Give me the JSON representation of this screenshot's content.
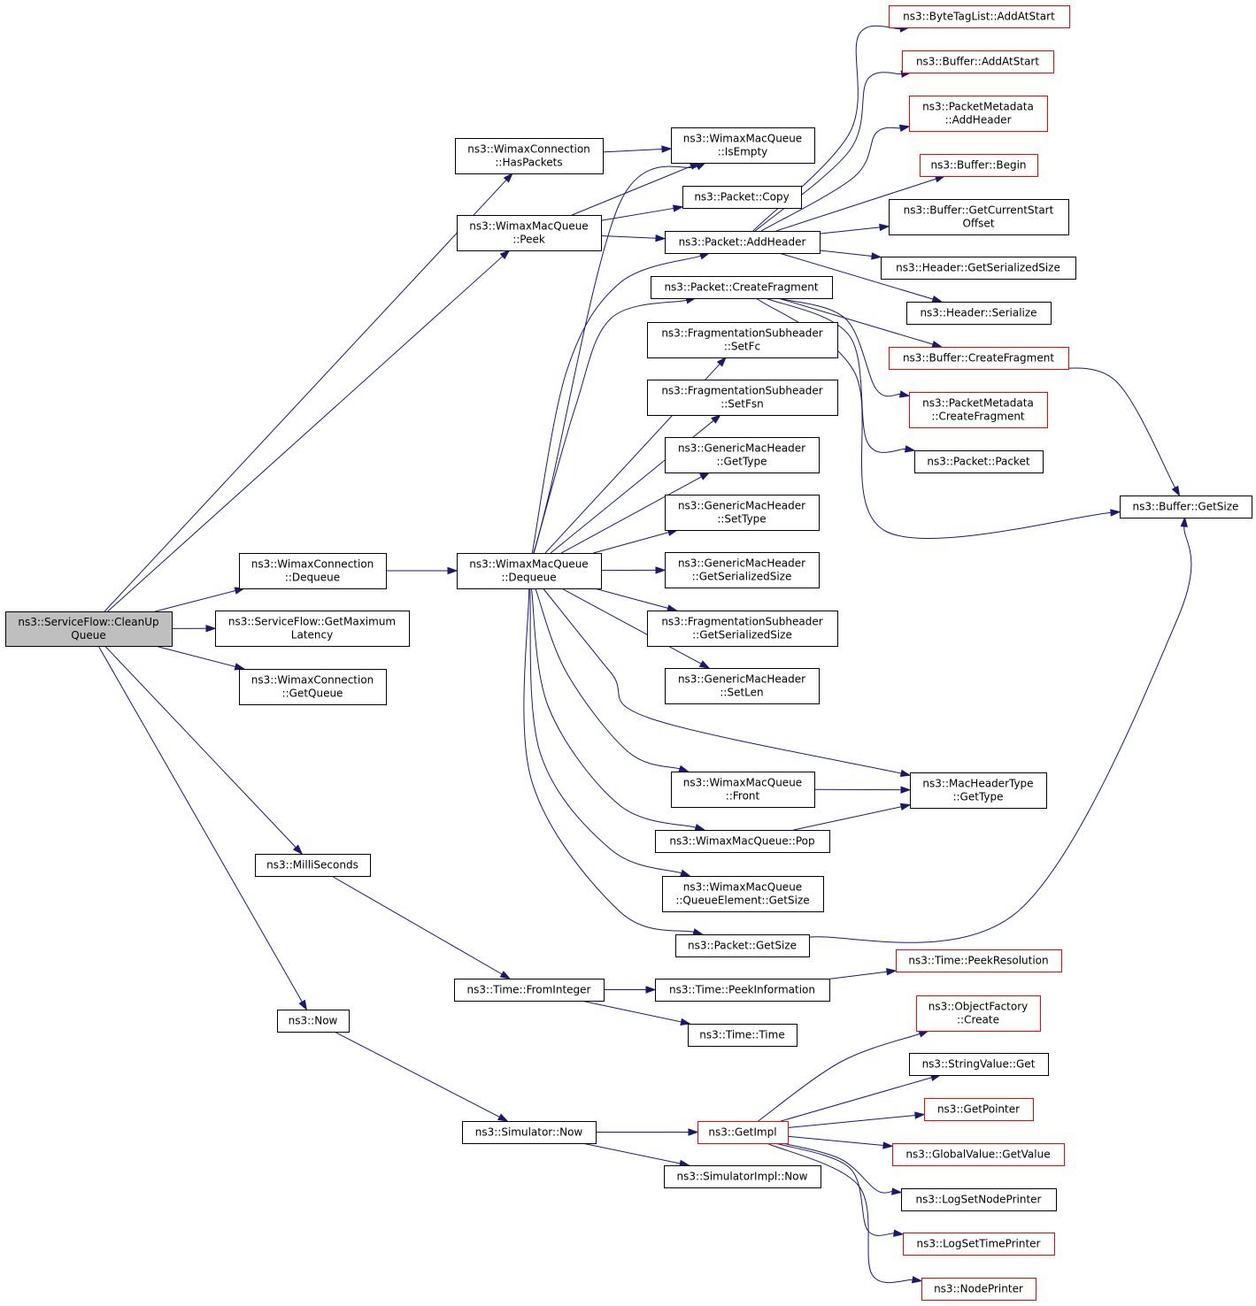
{
  "nodes": [
    {
      "id": "root",
      "lines": [
        "ns3::ServiceFlow::CleanUp",
        "Queue"
      ],
      "style": "root"
    },
    {
      "id": "wc_haspackets",
      "lines": [
        "ns3::WimaxConnection",
        "::HasPackets"
      ],
      "style": "normal"
    },
    {
      "id": "wmq_peek",
      "lines": [
        "ns3::WimaxMacQueue",
        "::Peek"
      ],
      "style": "normal"
    },
    {
      "id": "wc_dequeue",
      "lines": [
        "ns3::WimaxConnection",
        "::Dequeue"
      ],
      "style": "normal"
    },
    {
      "id": "sf_getmaxlat",
      "lines": [
        "ns3::ServiceFlow::GetMaximum",
        "Latency"
      ],
      "style": "normal"
    },
    {
      "id": "wc_getqueue",
      "lines": [
        "ns3::WimaxConnection",
        "::GetQueue"
      ],
      "style": "normal"
    },
    {
      "id": "milliseconds",
      "lines": [
        "ns3::MilliSeconds"
      ],
      "style": "normal"
    },
    {
      "id": "now",
      "lines": [
        "ns3::Now"
      ],
      "style": "normal"
    },
    {
      "id": "wmq_dequeue",
      "lines": [
        "ns3::WimaxMacQueue",
        "::Dequeue"
      ],
      "style": "normal"
    },
    {
      "id": "time_fromint",
      "lines": [
        "ns3::Time::FromInteger"
      ],
      "style": "normal"
    },
    {
      "id": "sim_now",
      "lines": [
        "ns3::Simulator::Now"
      ],
      "style": "normal"
    },
    {
      "id": "wmq_isempty",
      "lines": [
        "ns3::WimaxMacQueue",
        "::IsEmpty"
      ],
      "style": "normal"
    },
    {
      "id": "pkt_copy",
      "lines": [
        "ns3::Packet::Copy"
      ],
      "style": "normal"
    },
    {
      "id": "pkt_addheader",
      "lines": [
        "ns3::Packet::AddHeader"
      ],
      "style": "normal"
    },
    {
      "id": "pkt_createfrag",
      "lines": [
        "ns3::Packet::CreateFragment"
      ],
      "style": "normal"
    },
    {
      "id": "fsh_setfc",
      "lines": [
        "ns3::FragmentationSubheader",
        "::SetFc"
      ],
      "style": "normal"
    },
    {
      "id": "fsh_setfsn",
      "lines": [
        "ns3::FragmentationSubheader",
        "::SetFsn"
      ],
      "style": "normal"
    },
    {
      "id": "gmh_gettype",
      "lines": [
        "ns3::GenericMacHeader",
        "::GetType"
      ],
      "style": "normal"
    },
    {
      "id": "gmh_settype",
      "lines": [
        "ns3::GenericMacHeader",
        "::SetType"
      ],
      "style": "normal"
    },
    {
      "id": "gmh_getsersize",
      "lines": [
        "ns3::GenericMacHeader",
        "::GetSerializedSize"
      ],
      "style": "normal"
    },
    {
      "id": "fsh_getsersize",
      "lines": [
        "ns3::FragmentationSubheader",
        "::GetSerializedSize"
      ],
      "style": "normal"
    },
    {
      "id": "gmh_setlen",
      "lines": [
        "ns3::GenericMacHeader",
        "::SetLen"
      ],
      "style": "normal"
    },
    {
      "id": "wmq_front",
      "lines": [
        "ns3::WimaxMacQueue",
        "::Front"
      ],
      "style": "normal"
    },
    {
      "id": "wmq_pop",
      "lines": [
        "ns3::WimaxMacQueue::Pop"
      ],
      "style": "normal"
    },
    {
      "id": "wmq_qe_getsize",
      "lines": [
        "ns3::WimaxMacQueue",
        "::QueueElement::GetSize"
      ],
      "style": "normal"
    },
    {
      "id": "pkt_getsize",
      "lines": [
        "ns3::Packet::GetSize"
      ],
      "style": "normal"
    },
    {
      "id": "time_peekinfo",
      "lines": [
        "ns3::Time::PeekInformation"
      ],
      "style": "normal"
    },
    {
      "id": "time_time",
      "lines": [
        "ns3::Time::Time"
      ],
      "style": "normal"
    },
    {
      "id": "getimpl",
      "lines": [
        "ns3::GetImpl"
      ],
      "style": "red"
    },
    {
      "id": "simimpl_now",
      "lines": [
        "ns3::SimulatorImpl::Now"
      ],
      "style": "normal"
    },
    {
      "id": "btl_addatstart",
      "lines": [
        "ns3::ByteTagList::AddAtStart"
      ],
      "style": "red"
    },
    {
      "id": "buf_addatstart",
      "lines": [
        "ns3::Buffer::AddAtStart"
      ],
      "style": "red"
    },
    {
      "id": "pm_addheader",
      "lines": [
        "ns3::PacketMetadata",
        "::AddHeader"
      ],
      "style": "red"
    },
    {
      "id": "buf_begin",
      "lines": [
        "ns3::Buffer::Begin"
      ],
      "style": "red"
    },
    {
      "id": "buf_getcurstart",
      "lines": [
        "ns3::Buffer::GetCurrentStart",
        "Offset"
      ],
      "style": "normal"
    },
    {
      "id": "hdr_getsersize",
      "lines": [
        "ns3::Header::GetSerializedSize"
      ],
      "style": "normal"
    },
    {
      "id": "hdr_serialize",
      "lines": [
        "ns3::Header::Serialize"
      ],
      "style": "normal"
    },
    {
      "id": "buf_createfrag",
      "lines": [
        "ns3::Buffer::CreateFragment"
      ],
      "style": "red"
    },
    {
      "id": "pm_createfrag",
      "lines": [
        "ns3::PacketMetadata",
        "::CreateFragment"
      ],
      "style": "red"
    },
    {
      "id": "pkt_packet",
      "lines": [
        "ns3::Packet::Packet"
      ],
      "style": "normal"
    },
    {
      "id": "buf_getsize",
      "lines": [
        "ns3::Buffer::GetSize"
      ],
      "style": "normal"
    },
    {
      "id": "mht_gettype",
      "lines": [
        "ns3::MacHeaderType",
        "::GetType"
      ],
      "style": "normal"
    },
    {
      "id": "time_peekres",
      "lines": [
        "ns3::Time::PeekResolution"
      ],
      "style": "red"
    },
    {
      "id": "of_create",
      "lines": [
        "ns3::ObjectFactory",
        "::Create"
      ],
      "style": "red"
    },
    {
      "id": "sv_get",
      "lines": [
        "ns3::StringValue::Get"
      ],
      "style": "normal"
    },
    {
      "id": "getpointer",
      "lines": [
        "ns3::GetPointer"
      ],
      "style": "red"
    },
    {
      "id": "gv_getvalue",
      "lines": [
        "ns3::GlobalValue::GetValue"
      ],
      "style": "red"
    },
    {
      "id": "logsetnodeprinter",
      "lines": [
        "ns3::LogSetNodePrinter"
      ],
      "style": "normal"
    },
    {
      "id": "logsettimeprinter",
      "lines": [
        "ns3::LogSetTimePrinter"
      ],
      "style": "red"
    },
    {
      "id": "nodeprinter",
      "lines": [
        "ns3::NodePrinter"
      ],
      "style": "red"
    }
  ],
  "edges": [
    [
      "root",
      "wc_haspackets"
    ],
    [
      "root",
      "wmq_peek"
    ],
    [
      "root",
      "wc_dequeue"
    ],
    [
      "root",
      "sf_getmaxlat"
    ],
    [
      "root",
      "wc_getqueue"
    ],
    [
      "root",
      "milliseconds"
    ],
    [
      "root",
      "now"
    ],
    [
      "wc_haspackets",
      "wmq_isempty"
    ],
    [
      "wmq_peek",
      "wmq_isempty"
    ],
    [
      "wmq_peek",
      "pkt_copy"
    ],
    [
      "wmq_peek",
      "pkt_addheader"
    ],
    [
      "wc_dequeue",
      "wmq_dequeue"
    ],
    [
      "wmq_dequeue",
      "wmq_isempty"
    ],
    [
      "wmq_dequeue",
      "pkt_addheader"
    ],
    [
      "wmq_dequeue",
      "pkt_createfrag"
    ],
    [
      "wmq_dequeue",
      "fsh_setfc"
    ],
    [
      "wmq_dequeue",
      "fsh_setfsn"
    ],
    [
      "wmq_dequeue",
      "gmh_gettype"
    ],
    [
      "wmq_dequeue",
      "gmh_settype"
    ],
    [
      "wmq_dequeue",
      "gmh_getsersize"
    ],
    [
      "wmq_dequeue",
      "fsh_getsersize"
    ],
    [
      "wmq_dequeue",
      "gmh_setlen"
    ],
    [
      "wmq_dequeue",
      "mht_gettype"
    ],
    [
      "wmq_dequeue",
      "wmq_front"
    ],
    [
      "wmq_dequeue",
      "wmq_pop"
    ],
    [
      "wmq_dequeue",
      "wmq_qe_getsize"
    ],
    [
      "wmq_dequeue",
      "pkt_getsize"
    ],
    [
      "pkt_addheader",
      "btl_addatstart"
    ],
    [
      "pkt_addheader",
      "buf_addatstart"
    ],
    [
      "pkt_addheader",
      "pm_addheader"
    ],
    [
      "pkt_addheader",
      "buf_begin"
    ],
    [
      "pkt_addheader",
      "buf_getcurstart"
    ],
    [
      "pkt_addheader",
      "hdr_getsersize"
    ],
    [
      "pkt_addheader",
      "hdr_serialize"
    ],
    [
      "pkt_createfrag",
      "buf_createfrag"
    ],
    [
      "pkt_createfrag",
      "pm_createfrag"
    ],
    [
      "pkt_createfrag",
      "pkt_packet"
    ],
    [
      "pkt_createfrag",
      "buf_getsize"
    ],
    [
      "buf_createfrag",
      "buf_getsize"
    ],
    [
      "wmq_front",
      "mht_gettype"
    ],
    [
      "wmq_pop",
      "mht_gettype"
    ],
    [
      "pkt_getsize",
      "buf_getsize"
    ],
    [
      "milliseconds",
      "time_fromint"
    ],
    [
      "time_fromint",
      "time_peekinfo"
    ],
    [
      "time_fromint",
      "time_time"
    ],
    [
      "time_peekinfo",
      "time_peekres"
    ],
    [
      "now",
      "sim_now"
    ],
    [
      "sim_now",
      "getimpl"
    ],
    [
      "sim_now",
      "simimpl_now"
    ],
    [
      "getimpl",
      "of_create"
    ],
    [
      "getimpl",
      "sv_get"
    ],
    [
      "getimpl",
      "getpointer"
    ],
    [
      "getimpl",
      "gv_getvalue"
    ],
    [
      "getimpl",
      "logsetnodeprinter"
    ],
    [
      "getimpl",
      "logsettimeprinter"
    ],
    [
      "getimpl",
      "nodeprinter"
    ]
  ]
}
